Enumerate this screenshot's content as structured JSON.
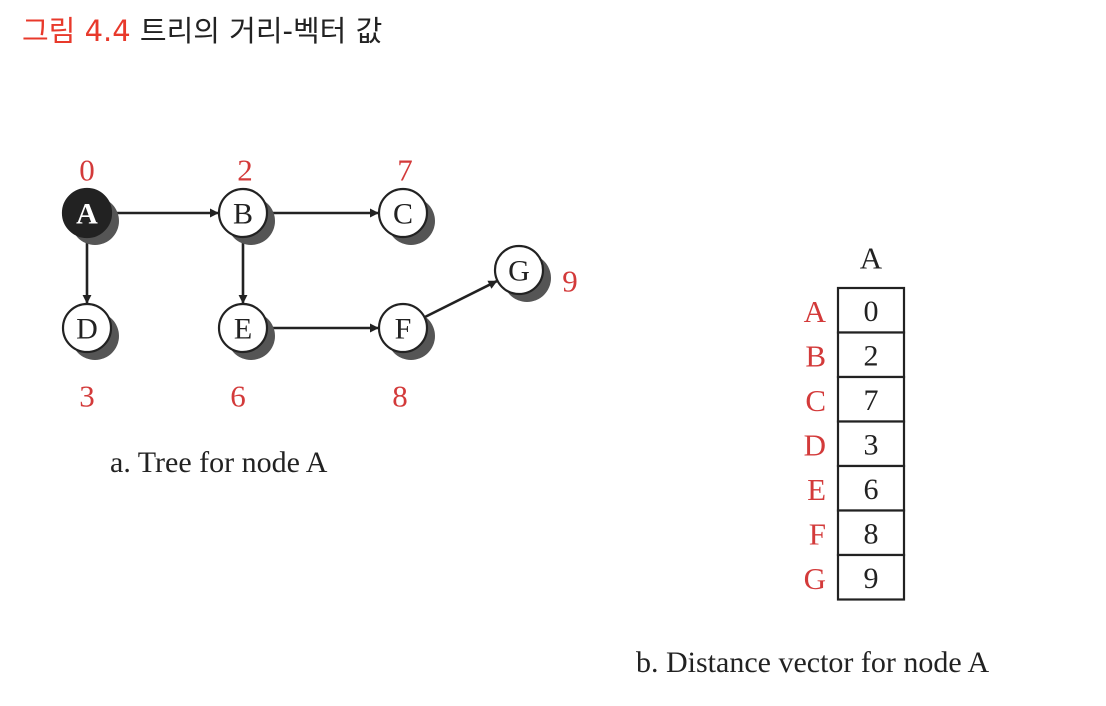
{
  "title": {
    "figure_number": "그림 4.4",
    "text": "트리의 거리-벡터 값"
  },
  "tree": {
    "caption": "a. Tree for node A",
    "nodes": [
      {
        "id": "A",
        "distance": "0",
        "root": true
      },
      {
        "id": "B",
        "distance": "2"
      },
      {
        "id": "C",
        "distance": "7"
      },
      {
        "id": "D",
        "distance": "3"
      },
      {
        "id": "E",
        "distance": "6"
      },
      {
        "id": "F",
        "distance": "8"
      },
      {
        "id": "G",
        "distance": "9"
      }
    ],
    "edges": [
      [
        "A",
        "B"
      ],
      [
        "B",
        "C"
      ],
      [
        "A",
        "D"
      ],
      [
        "B",
        "E"
      ],
      [
        "E",
        "F"
      ],
      [
        "F",
        "G"
      ]
    ]
  },
  "vector": {
    "caption": "b. Distance vector for node A",
    "header": "A",
    "rows": [
      {
        "node": "A",
        "distance": "0"
      },
      {
        "node": "B",
        "distance": "2"
      },
      {
        "node": "C",
        "distance": "7"
      },
      {
        "node": "D",
        "distance": "3"
      },
      {
        "node": "E",
        "distance": "6"
      },
      {
        "node": "F",
        "distance": "8"
      },
      {
        "node": "G",
        "distance": "9"
      }
    ]
  },
  "colors": {
    "accent": "#e8392b",
    "label_red": "#d33a3a",
    "ink": "#222222",
    "shadow": "#555555"
  }
}
